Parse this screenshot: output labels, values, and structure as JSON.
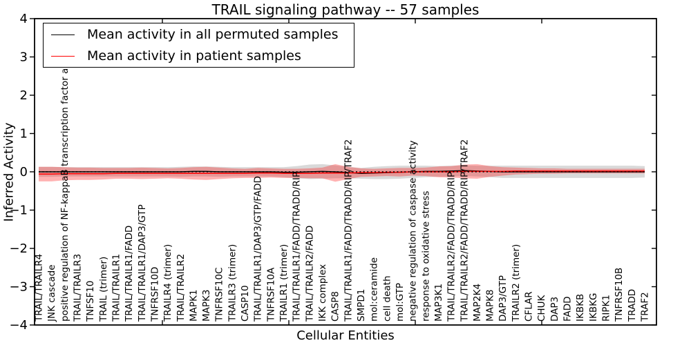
{
  "figure": {
    "title": "TRAIL signaling pathway -- 57 samples",
    "xlabel": "Cellular Entities",
    "ylabel": "Inferred Activity"
  },
  "legend": {
    "entries": [
      {
        "label": "Mean activity in all permuted samples",
        "color": "#000000"
      },
      {
        "label": "Mean activity in patient samples",
        "color": "#ff0000"
      }
    ],
    "position": "upper left"
  },
  "axes": {
    "y_tick_labels": [
      "4",
      "3",
      "2",
      "1",
      "0",
      "−1",
      "−2",
      "−3",
      "−4"
    ],
    "y_tick_values": [
      4,
      3,
      2,
      1,
      0,
      -1,
      -2,
      -3,
      -4
    ],
    "ylim": [
      -4,
      4
    ],
    "grid": false
  },
  "chart_data": {
    "type": "line",
    "title": "TRAIL signaling pathway -- 57 samples",
    "xlabel": "Cellular Entities",
    "ylabel": "Inferred Activity",
    "ylim": [
      -4,
      4
    ],
    "zero_line": 0,
    "legend_position": "upper left",
    "grid": false,
    "categories": [
      "TRAIL/TRAILR4",
      "JNK cascade",
      "positive regulation of NF-kappaB transcription factor activity",
      "TRAIL/TRAILR3",
      "TNFSF10",
      "TRAIL (trimer)",
      "TRAIL/TRAILR1",
      "TRAIL/TRAILR1/FADD",
      "TRAIL/TRAILR1/DAP3/GTP",
      "TNFRSF10D",
      "TRAILR4 (trimer)",
      "TRAIL/TRAILR2",
      "MAPK1",
      "MAPK3",
      "TNFRSF10C",
      "TRAILR3 (trimer)",
      "CASP10",
      "TRAIL/TRAILR1/DAP3/GTP/FADD",
      "TNFRSF10A",
      "TRAILR1 (trimer)",
      "TRAIL/TRAILR1/FADD/TRADD/RIP",
      "TRAIL/TRAILR2/FADD",
      "IKK complex",
      "CASP8",
      "TRAIL/TRAILR1/FADD/TRADD/RIP/TRAF2",
      "SMPD1",
      "mol:ceramide",
      "cell death",
      "mol:GTP",
      "negative regulation of caspase activity",
      "response to oxidative stress",
      "MAP3K1",
      "TRAIL/TRAILR2/FADD/TRADD/RIP",
      "TRAIL/TRAILR2/FADD/TRADD/RIP/TRAF2",
      "MAP2K4",
      "MAPK8",
      "DAP3/GTP",
      "TRAILR2 (trimer)",
      "CFLAR",
      "CHUK",
      "DAP3",
      "FADD",
      "IKBKB",
      "IKBKG",
      "RIPK1",
      "TNFRSF10B",
      "TRADD",
      "TRAF2"
    ],
    "series": [
      {
        "name": "Mean activity in all permuted samples",
        "kind": "line",
        "color": "#000000",
        "values": [
          0,
          0,
          0,
          0,
          0,
          0,
          0,
          0,
          0,
          0,
          0,
          0,
          0.01,
          0.01,
          0,
          0,
          0,
          0,
          0,
          -0.01,
          -0.01,
          0,
          0.01,
          0,
          -0.02,
          -0.04,
          -0.03,
          -0.02,
          -0.01,
          0,
          0.01,
          0.01,
          0.02,
          0.03,
          0.02,
          0.01,
          0,
          0,
          0,
          0,
          0,
          0,
          0,
          0,
          0,
          0,
          0,
          0
        ]
      },
      {
        "name": "Mean activity in patient samples",
        "kind": "line",
        "color": "#ff0000",
        "values": [
          -0.06,
          -0.06,
          -0.05,
          -0.05,
          -0.05,
          -0.05,
          -0.04,
          -0.04,
          -0.04,
          -0.04,
          -0.04,
          -0.04,
          -0.04,
          -0.04,
          -0.04,
          -0.04,
          -0.04,
          -0.03,
          -0.03,
          -0.04,
          -0.04,
          -0.04,
          -0.03,
          -0.03,
          -0.03,
          -0.02,
          -0.02,
          -0.01,
          -0.01,
          0,
          0,
          0,
          0,
          0.01,
          0.01,
          0.01,
          0.01,
          0.02,
          0.02,
          0.02,
          0.02,
          0.02,
          0.02,
          0.02,
          0.02,
          0.02,
          0.02,
          0.02
        ]
      },
      {
        "name": "Permuted samples spread band",
        "kind": "band",
        "center_series": 0,
        "fill": "rgba(128,128,128,0.30)",
        "half_widths": [
          0.13,
          0.13,
          0.12,
          0.12,
          0.12,
          0.12,
          0.12,
          0.12,
          0.12,
          0.12,
          0.12,
          0.13,
          0.13,
          0.13,
          0.13,
          0.12,
          0.12,
          0.12,
          0.12,
          0.13,
          0.16,
          0.19,
          0.19,
          0.17,
          0.15,
          0.14,
          0.16,
          0.17,
          0.17,
          0.16,
          0.15,
          0.14,
          0.14,
          0.14,
          0.14,
          0.15,
          0.16,
          0.16,
          0.16,
          0.16,
          0.16,
          0.16,
          0.16,
          0.16,
          0.16,
          0.16,
          0.16,
          0.15
        ]
      },
      {
        "name": "Patient samples spread band",
        "kind": "band",
        "center_series": 1,
        "fill": "rgba(255,20,20,0.33)",
        "half_widths": [
          0.19,
          0.19,
          0.17,
          0.16,
          0.16,
          0.15,
          0.14,
          0.14,
          0.15,
          0.14,
          0.13,
          0.14,
          0.16,
          0.17,
          0.15,
          0.13,
          0.12,
          0.13,
          0.12,
          0.12,
          0.12,
          0.13,
          0.14,
          0.23,
          0.16,
          0.11,
          0.1,
          0.1,
          0.11,
          0.1,
          0.11,
          0.14,
          0.15,
          0.18,
          0.19,
          0.14,
          0.11,
          0.09,
          0.08,
          0.07,
          0.07,
          0.06,
          0.06,
          0.06,
          0.06,
          0.06,
          0.06,
          0.06
        ]
      }
    ]
  }
}
